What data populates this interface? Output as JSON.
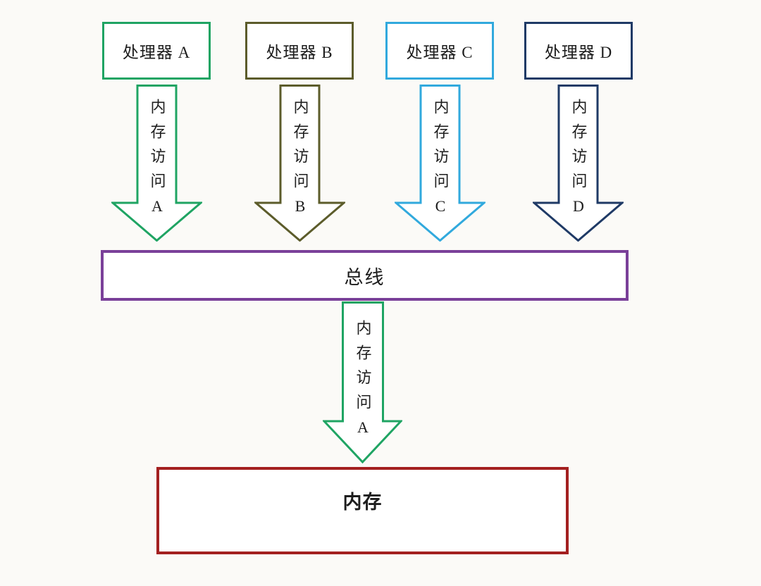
{
  "diagram_title": "multiprocessor-shared-bus-memory-access",
  "background_color": "#fbfaf7",
  "text_color": "#1d1d1d",
  "processors": [
    {
      "label": "处理器 A",
      "arrow_label": "内存访问A",
      "color": "#1fa463"
    },
    {
      "label": "处理器 B",
      "arrow_label": "内存访问B",
      "color": "#5c5c2b"
    },
    {
      "label": "处理器 C",
      "arrow_label": "内存访问C",
      "color": "#31a9dd"
    },
    {
      "label": "处理器 D",
      "arrow_label": "内存访问D",
      "color": "#1f3a66"
    }
  ],
  "bus": {
    "label": "总线",
    "color": "#7a4099"
  },
  "memory_arrow": {
    "label": "内存访问A",
    "color": "#1fa463"
  },
  "memory": {
    "label": "内存",
    "color": "#a32020"
  }
}
